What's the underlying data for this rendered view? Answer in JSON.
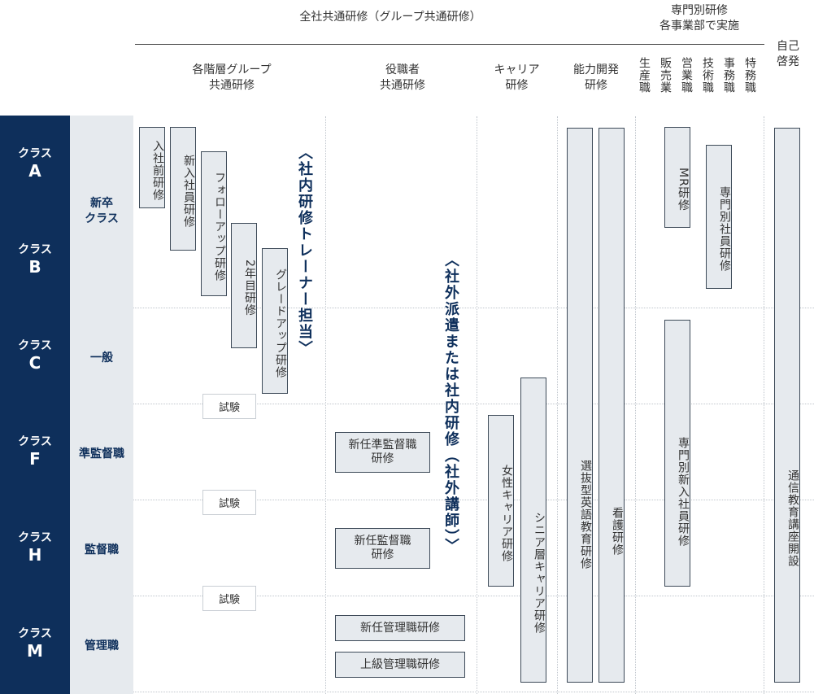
{
  "headers": {
    "company_wide": "全社共通研修（グループ共通研修）",
    "specialized_line1": "専門別研修",
    "specialized_line2": "各事業部で実施",
    "self_dev": "自己\n啓発",
    "tier_group": "各階層グループ\n共通研修",
    "officer": "役職者\n共通研修",
    "career": "キャリア\n研修",
    "ability": "能力開発\n研修",
    "sub_columns": [
      "生産職",
      "販売業",
      "営業職",
      "技術職",
      "事務職",
      "特務職"
    ]
  },
  "classes": [
    {
      "prefix": "クラス",
      "letter": "A"
    },
    {
      "prefix": "クラス",
      "letter": "B"
    },
    {
      "prefix": "クラス",
      "letter": "C"
    },
    {
      "prefix": "クラス",
      "letter": "F"
    },
    {
      "prefix": "クラス",
      "letter": "H"
    },
    {
      "prefix": "クラス",
      "letter": "M"
    }
  ],
  "levels": {
    "new_grad": "新卒\nクラス",
    "general": "一般",
    "sub_supervisor": "準監督職",
    "supervisor": "監督職",
    "manager": "管理職"
  },
  "tier_trainings": {
    "pre_entry": "入社前研修",
    "new_employee": "新入社員研修",
    "follow_up": "フォローアップ研修",
    "second_year": "2年目研修",
    "grade_up": "グレードアップ研修"
  },
  "exam_label": "試験",
  "in_house_trainer": "〈社内研修トレーナー担当〉",
  "external_or_internal": "〈社外派遣または社内研修（社外講師）〉",
  "officer_trainings": {
    "new_sub_supervisor": "新任準監督職\n研修",
    "new_supervisor": "新任監督職\n研修",
    "new_manager": "新任管理職研修",
    "senior_manager": "上級管理職研修"
  },
  "career_trainings": {
    "women": "女性キャリア研修",
    "senior": "シニア層キャリア研修"
  },
  "ability_trainings": {
    "english": "選抜型英語教育研修",
    "nursing": "看護研修"
  },
  "specialized_trainings": {
    "mr": "MR研修",
    "specialist_employee": "専門別社員研修",
    "specialist_new_employee": "専門別新入社員研修"
  },
  "self_dev_training": "通信教育講座開設"
}
